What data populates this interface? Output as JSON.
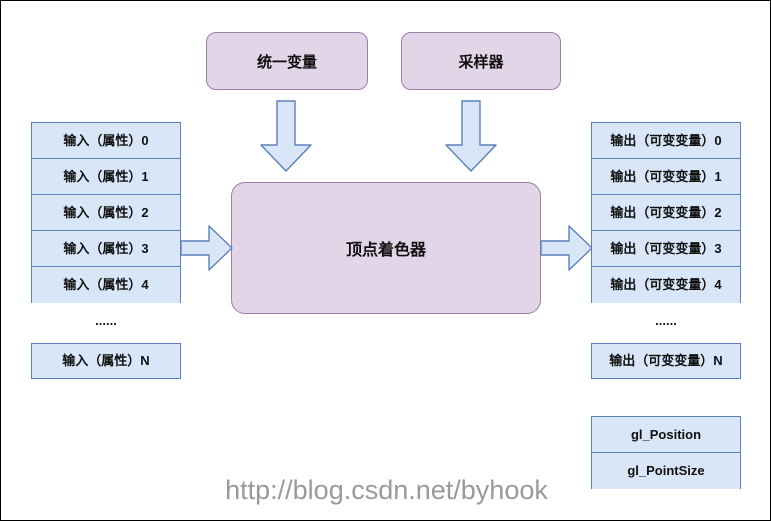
{
  "page": {
    "background": "#ffffff",
    "border_color": "#000000",
    "watermark": "http://blog.csdn.net/byhook"
  },
  "colors": {
    "box_fill": "#d9e6f7",
    "box_stroke": "#5b82b8",
    "purple_fill": "#e3d5e8",
    "purple_stroke": "#9d7fa8",
    "arrow_fill": "#d9e6f7",
    "arrow_stroke": "#5b82b8",
    "text": "#101010",
    "watermark_text": "#9a9a9a"
  },
  "top_boxes": [
    {
      "id": "uniform",
      "label": "统一变量"
    },
    {
      "id": "sampler",
      "label": "采样器"
    }
  ],
  "shader": {
    "label": "顶点着色器"
  },
  "inputs": {
    "rows": [
      "输入（属性）0",
      "输入（属性）1",
      "输入（属性）2",
      "输入（属性）3",
      "输入（属性）4"
    ],
    "ellipsis": "......",
    "last_row": "输入（属性）N"
  },
  "outputs": {
    "rows": [
      "输出（可变变量）0",
      "输出（可变变量）1",
      "输出（可变变量）2",
      "输出（可变变量）3",
      "输出（可变变量）4"
    ],
    "ellipsis": "......",
    "last_row": "输出（可变变量）N"
  },
  "builtins": {
    "rows": [
      "gl_Position",
      "gl_PointSize"
    ]
  },
  "arrows": [
    {
      "id": "uniform-to-shader",
      "direction": "down"
    },
    {
      "id": "sampler-to-shader",
      "direction": "down"
    },
    {
      "id": "inputs-to-shader",
      "direction": "right"
    },
    {
      "id": "shader-to-outputs",
      "direction": "right"
    }
  ]
}
